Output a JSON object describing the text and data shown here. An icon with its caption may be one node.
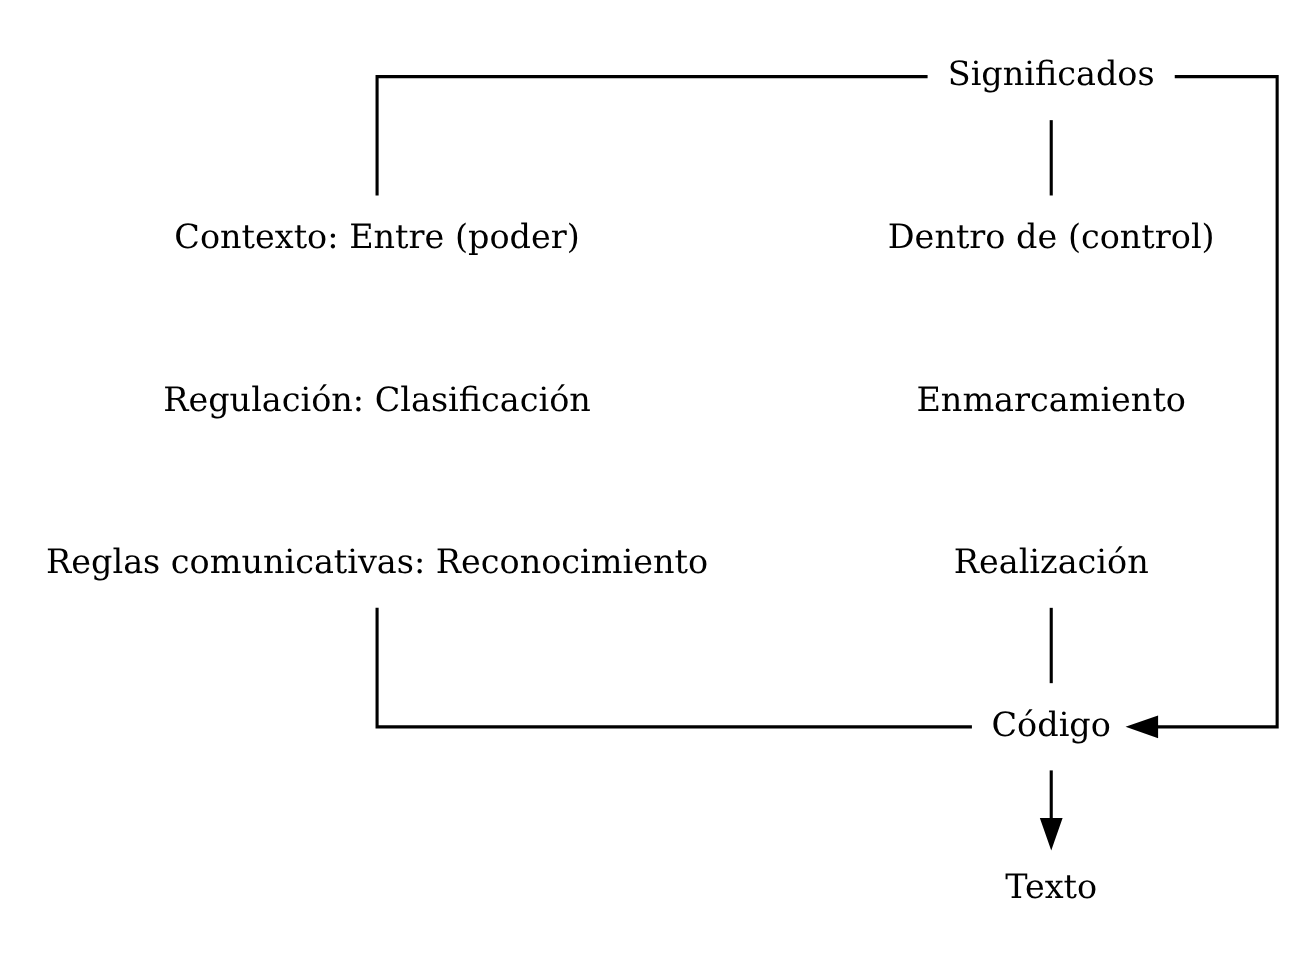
{
  "diagram": {
    "nodes": [
      {
        "text": [
          "Significados"
        ]
      },
      {
        "text": [
          "Contexto: Entre (poder)"
        ]
      },
      {
        "text": [
          "Dentro de (control)"
        ]
      },
      {
        "text": [
          "Regulación: Clasificación"
        ]
      },
      {
        "text": [
          "Enmarcamiento"
        ]
      },
      {
        "text": [
          "Reglas comunicativas: Reconocimiento"
        ]
      },
      {
        "text": [
          "Realización"
        ]
      },
      {
        "text": [
          "Código"
        ]
      },
      {
        "text": [
          "Texto"
        ]
      }
    ],
    "edges": [
      {
        "from": 0,
        "to": 1,
        "arrow": "none"
      },
      {
        "from": 0,
        "to": 2,
        "arrow": "none"
      },
      {
        "from": 0,
        "to": 7,
        "arrow": "to"
      },
      {
        "from": 5,
        "to": 7,
        "arrow": "none"
      },
      {
        "from": 6,
        "to": 7,
        "arrow": "none"
      },
      {
        "from": 7,
        "to": 8,
        "arrow": "to"
      }
    ]
  }
}
